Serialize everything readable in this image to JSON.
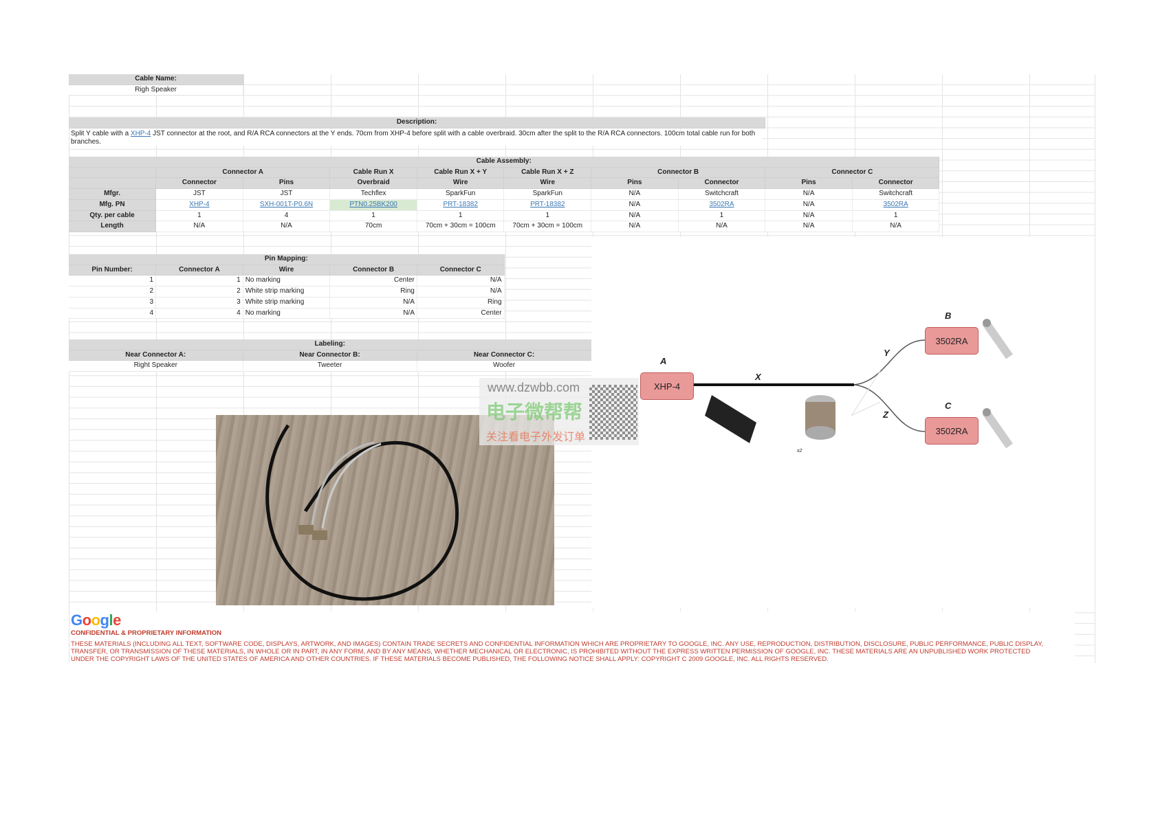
{
  "cable_name": {
    "label": "Cable Name:",
    "value": "Righ Speaker"
  },
  "description": {
    "label": "Description:",
    "pre": "Split Y cable with a ",
    "link": "XHP-4",
    "post": " JST connector at the root, and R/A RCA connectors at the Y ends. 70cm from XHP-4 before split with a cable overbraid. 30cm after the split to the R/A RCA connectors. 100cm total cable run for both branches."
  },
  "assembly": {
    "title": "Cable Assembly:",
    "groups": [
      "Connector A",
      "Cable Run X",
      "Cable Run X + Y",
      "Cable Run X + Z",
      "Connector B",
      "Connector C"
    ],
    "subheaders": [
      "Connector",
      "Pins",
      "Overbraid",
      "Wire",
      "Wire",
      "Pins",
      "Connector",
      "Pins",
      "Connector"
    ],
    "rows": [
      {
        "label": "Mfgr.",
        "cells": [
          "JST",
          "JST",
          "Techflex",
          "SparkFun",
          "SparkFun",
          "N/A",
          "Switchcraft",
          "N/A",
          "Switchcraft"
        ]
      },
      {
        "label": "Mfg. PN",
        "cells": [
          "XHP-4",
          "SXH-001T-P0.6N",
          "PTN0.25BK200",
          "PRT-18382",
          "PRT-18382",
          "N/A",
          "3502RA",
          "N/A",
          "3502RA"
        ]
      },
      {
        "label": "Qty. per cable",
        "cells": [
          "1",
          "4",
          "1",
          "1",
          "1",
          "N/A",
          "1",
          "N/A",
          "1"
        ]
      },
      {
        "label": "Length",
        "cells": [
          "N/A",
          "N/A",
          "70cm",
          "70cm + 30cm = 100cm",
          "70cm + 30cm = 100cm",
          "N/A",
          "N/A",
          "N/A",
          "N/A"
        ]
      }
    ]
  },
  "pin_mapping": {
    "title": "Pin Mapping:",
    "headers": [
      "Pin Number:",
      "Connector A",
      "Wire",
      "Connector B",
      "Connector C"
    ],
    "rows": [
      [
        "1",
        "1",
        "No marking",
        "Center",
        "N/A"
      ],
      [
        "2",
        "2",
        "White strip marking",
        "Ring",
        "N/A"
      ],
      [
        "3",
        "3",
        "White strip marking",
        "N/A",
        "Ring"
      ],
      [
        "4",
        "4",
        "No marking",
        "N/A",
        "Center"
      ]
    ]
  },
  "labeling": {
    "title": "Labeling:",
    "headers": [
      "Near Connector A:",
      "Near Connector B:",
      "Near Connector C:"
    ],
    "values": [
      "Right Speaker",
      "Tweeter",
      "Woofer"
    ]
  },
  "diagram": {
    "label_a": "A",
    "label_b": "B",
    "label_c": "C",
    "label_x": "X",
    "label_y": "Y",
    "label_z": "Z",
    "box_a": "XHP-4",
    "box_b": "3502RA",
    "box_c": "3502RA",
    "qty_note": "x2"
  },
  "watermark": {
    "url": "www.dzwbb.com",
    "brand": "电子微帮帮",
    "slogan": "关注看电子外发订单"
  },
  "footer": {
    "logo": "Google",
    "confidential": "CONFIDENTIAL & PROPRIETARY INFORMATION",
    "legal": "THESE MATERIALS (INCLUDING ALL TEXT, SOFTWARE CODE, DISPLAYS, ARTWORK, AND IMAGES) CONTAIN TRADE SECRETS AND CONFIDENTIAL INFORMATION WHICH ARE PROPRIETARY TO GOOGLE, INC. ANY USE, REPRODUCTION, DISTRIBUTION, DISCLOSURE, PUBLIC PERFORMANCE, PUBLIC DISPLAY, TRANSFER, OR TRANSMISSION OF THESE MATERIALS, IN WHOLE OR IN PART, IN ANY FORM, AND BY ANY MEANS, WHETHER MECHANICAL OR ELECTRONIC, IS PROHIBITED WITHOUT THE EXPRESS WRITTEN PERMISSION OF GOOGLE, INC. THESE MATERIALS ARE AN UNPUBLISHED WORK PROTECTED UNDER THE COPYRIGHT LAWS OF THE UNITED STATES OF AMERICA AND OTHER COUNTRIES. IF THESE MATERIALS BECOME PUBLISHED, THE FOLLOWING NOTICE SHALL APPLY: COPYRIGHT C 2009 GOOGLE, INC. ALL RIGHTS RESERVED."
  },
  "colors": {
    "header": "#d9d9d9",
    "link": "#3c78b4",
    "highlight": "#d9ead3",
    "box": "#ea9999",
    "legal": "#c0392b"
  }
}
